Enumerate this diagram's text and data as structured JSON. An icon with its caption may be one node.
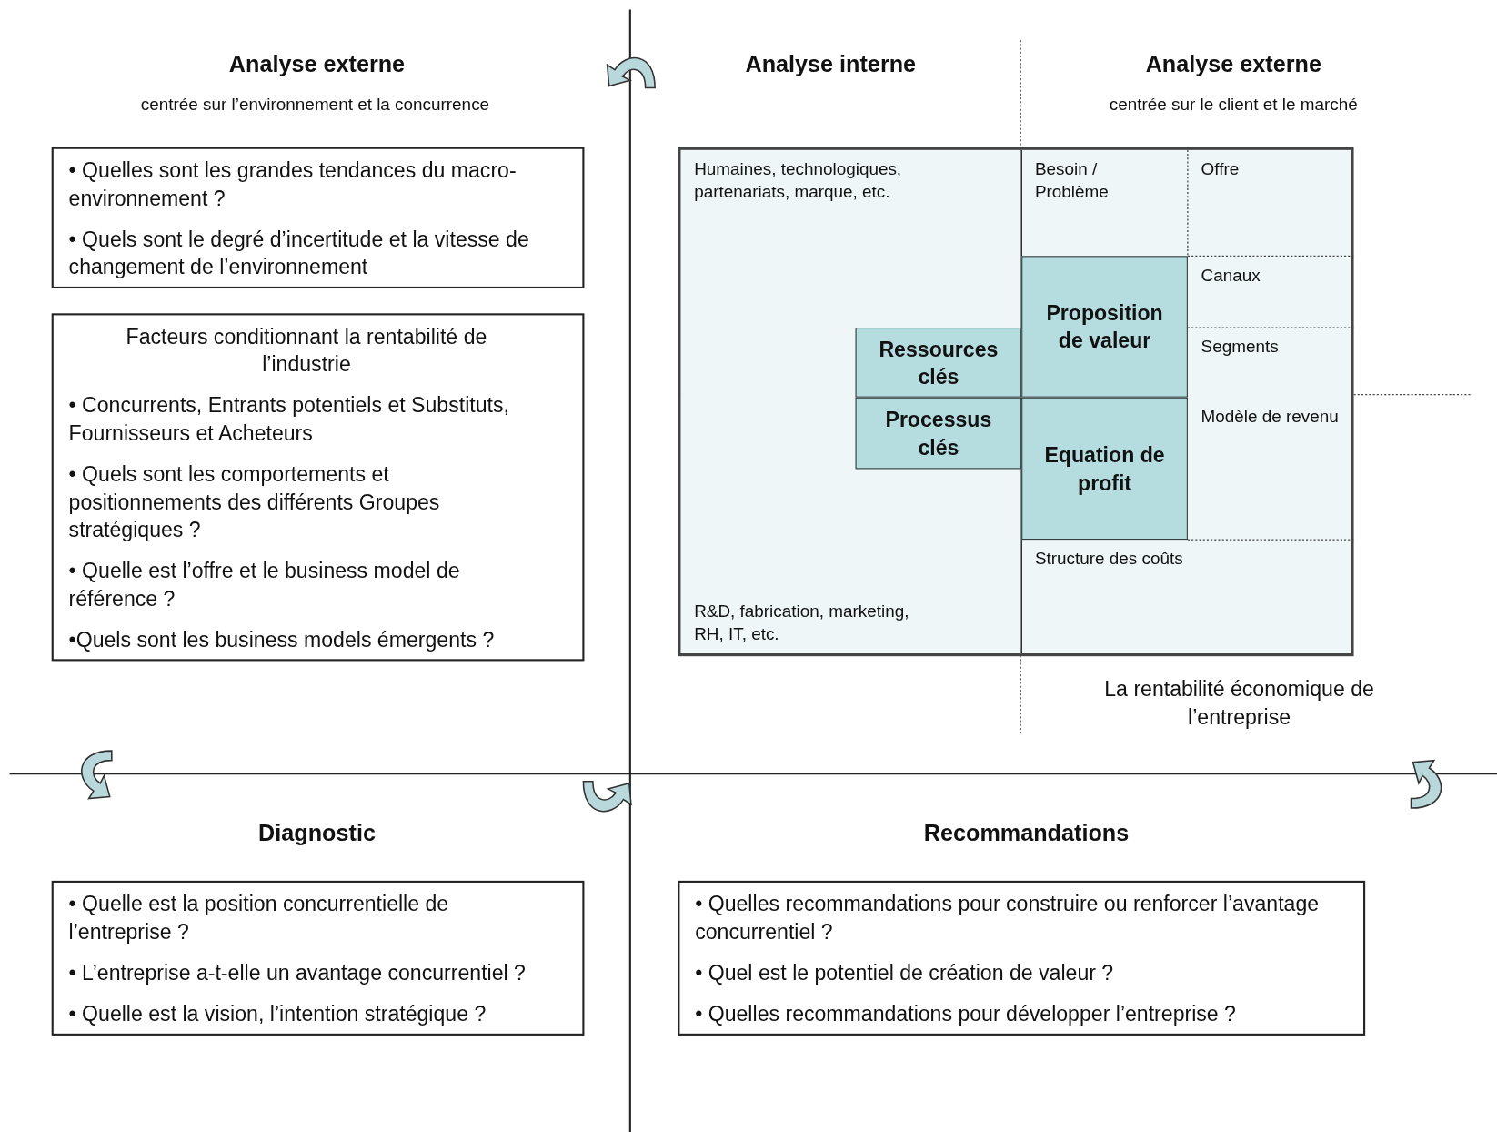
{
  "diagram": {
    "nodes": [
      {
        "text": [
          "• Quelles sont les grandes tendances du macro-environnement ?",
          "• Quels sont le degré d’incertitude et la vitesse de changement de l’environnement"
        ]
      },
      {
        "text": [
          "Facteurs conditionnant  la rentabilité de l’industrie",
          "• Concurrents, Entrants potentiels et Substituts, Fournisseurs et Acheteurs",
          "• Quels sont les comportements et positionnements des différents Groupes stratégiques ?",
          "• Quelle est l’offre et le business model de référence ?",
          "•Quels sont les business models émergents ?"
        ]
      },
      {
        "text": [],
        "shape": "box"
      },
      {
        "text": [
          "Humaines, technologiques, partenariats, marque, etc."
        ],
        "in": 2
      },
      {
        "text": [
          "Besoin / Problème"
        ],
        "in": 2
      },
      {
        "text": [
          "Offre"
        ],
        "in": 2
      },
      {
        "text": [
          "Canaux"
        ],
        "in": 2
      },
      {
        "text": [
          "Proposition de valeur"
        ],
        "in": 2
      },
      {
        "text": [
          "Ressources clés"
        ],
        "in": 2
      },
      {
        "text": [
          "Segments"
        ],
        "in": 2
      },
      {
        "text": [
          "Processus clés"
        ],
        "in": 2
      },
      {
        "text": [
          "Modèle de revenu"
        ],
        "in": 2
      },
      {
        "text": [
          "Equation de profit"
        ],
        "in": 2
      },
      {
        "text": [
          "Structure des coûts"
        ],
        "in": 2
      },
      {
        "text": [
          "R&D, fabrication, marketing, RH, IT, etc."
        ],
        "in": 2
      },
      {
        "text": [
          "• Quelle est la position concurrentielle de l’entreprise ?",
          "• L’entreprise a-t-elle un avantage concurrentiel ?",
          "• Quelle est la vision, l’intention stratégique ?"
        ]
      },
      {
        "text": [
          "• Quelles recommandations pour construire ou renforcer l’avantage concurrentiel ?",
          "• Quel est le potentiel de création de valeur ?",
          "• Quelles recommandations pour développer l’entreprise ?"
        ]
      }
    ],
    "labels": [
      "Analyse externe",
      "centrée sur l’environnement et la concurrence",
      "Analyse interne",
      "Analyse externe",
      "centrée sur le client et le marché",
      "La rentabilité économique de l’entreprise",
      "Diagnostic",
      "Recommandations"
    ]
  }
}
